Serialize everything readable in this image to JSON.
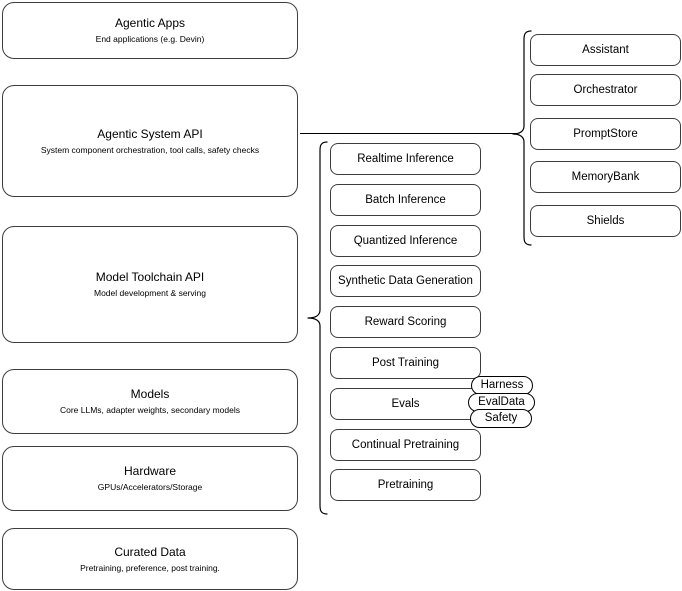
{
  "diagram": {
    "background_color": "#ffffff",
    "stroke_color": "#3d3d3d",
    "text_color": "#000000",
    "layers": [
      {
        "id": "agentic-apps",
        "title": "Agentic Apps",
        "subtitle": "End applications (e.g. Devin)"
      },
      {
        "id": "agentic-system-api",
        "title": "Agentic System API",
        "subtitle": "System component orchestration, tool calls, safety checks"
      },
      {
        "id": "model-toolchain-api",
        "title": "Model Toolchain API",
        "subtitle": "Model development & serving"
      },
      {
        "id": "models",
        "title": "Models",
        "subtitle": "Core LLMs, adapter weights, secondary models"
      },
      {
        "id": "hardware",
        "title": "Hardware",
        "subtitle": "GPUs/Accelerators/Storage"
      },
      {
        "id": "curated-data",
        "title": "Curated Data",
        "subtitle": "Pretraining, preference, post training."
      }
    ],
    "toolchain_components": [
      {
        "id": "realtime-inference",
        "label": "Realtime Inference"
      },
      {
        "id": "batch-inference",
        "label": "Batch Inference"
      },
      {
        "id": "quantized-inference",
        "label": "Quantized Inference"
      },
      {
        "id": "synthetic-data-generation",
        "label": "Synthetic Data Generation"
      },
      {
        "id": "reward-scoring",
        "label": "Reward Scoring"
      },
      {
        "id": "post-training",
        "label": "Post Training"
      },
      {
        "id": "evals",
        "label": "Evals"
      },
      {
        "id": "continual-pretraining",
        "label": "Continual Pretraining"
      },
      {
        "id": "pretraining",
        "label": "Pretraining"
      }
    ],
    "evals_subcomponents": [
      {
        "id": "harness",
        "label": "Harness"
      },
      {
        "id": "evaldata",
        "label": "EvalData"
      },
      {
        "id": "safety",
        "label": "Safety"
      }
    ],
    "system_components": [
      {
        "id": "assistant",
        "label": "Assistant"
      },
      {
        "id": "orchestrator",
        "label": "Orchestrator"
      },
      {
        "id": "promptstore",
        "label": "PromptStore"
      },
      {
        "id": "memorybank",
        "label": "MemoryBank"
      },
      {
        "id": "shields",
        "label": "Shields"
      }
    ]
  }
}
